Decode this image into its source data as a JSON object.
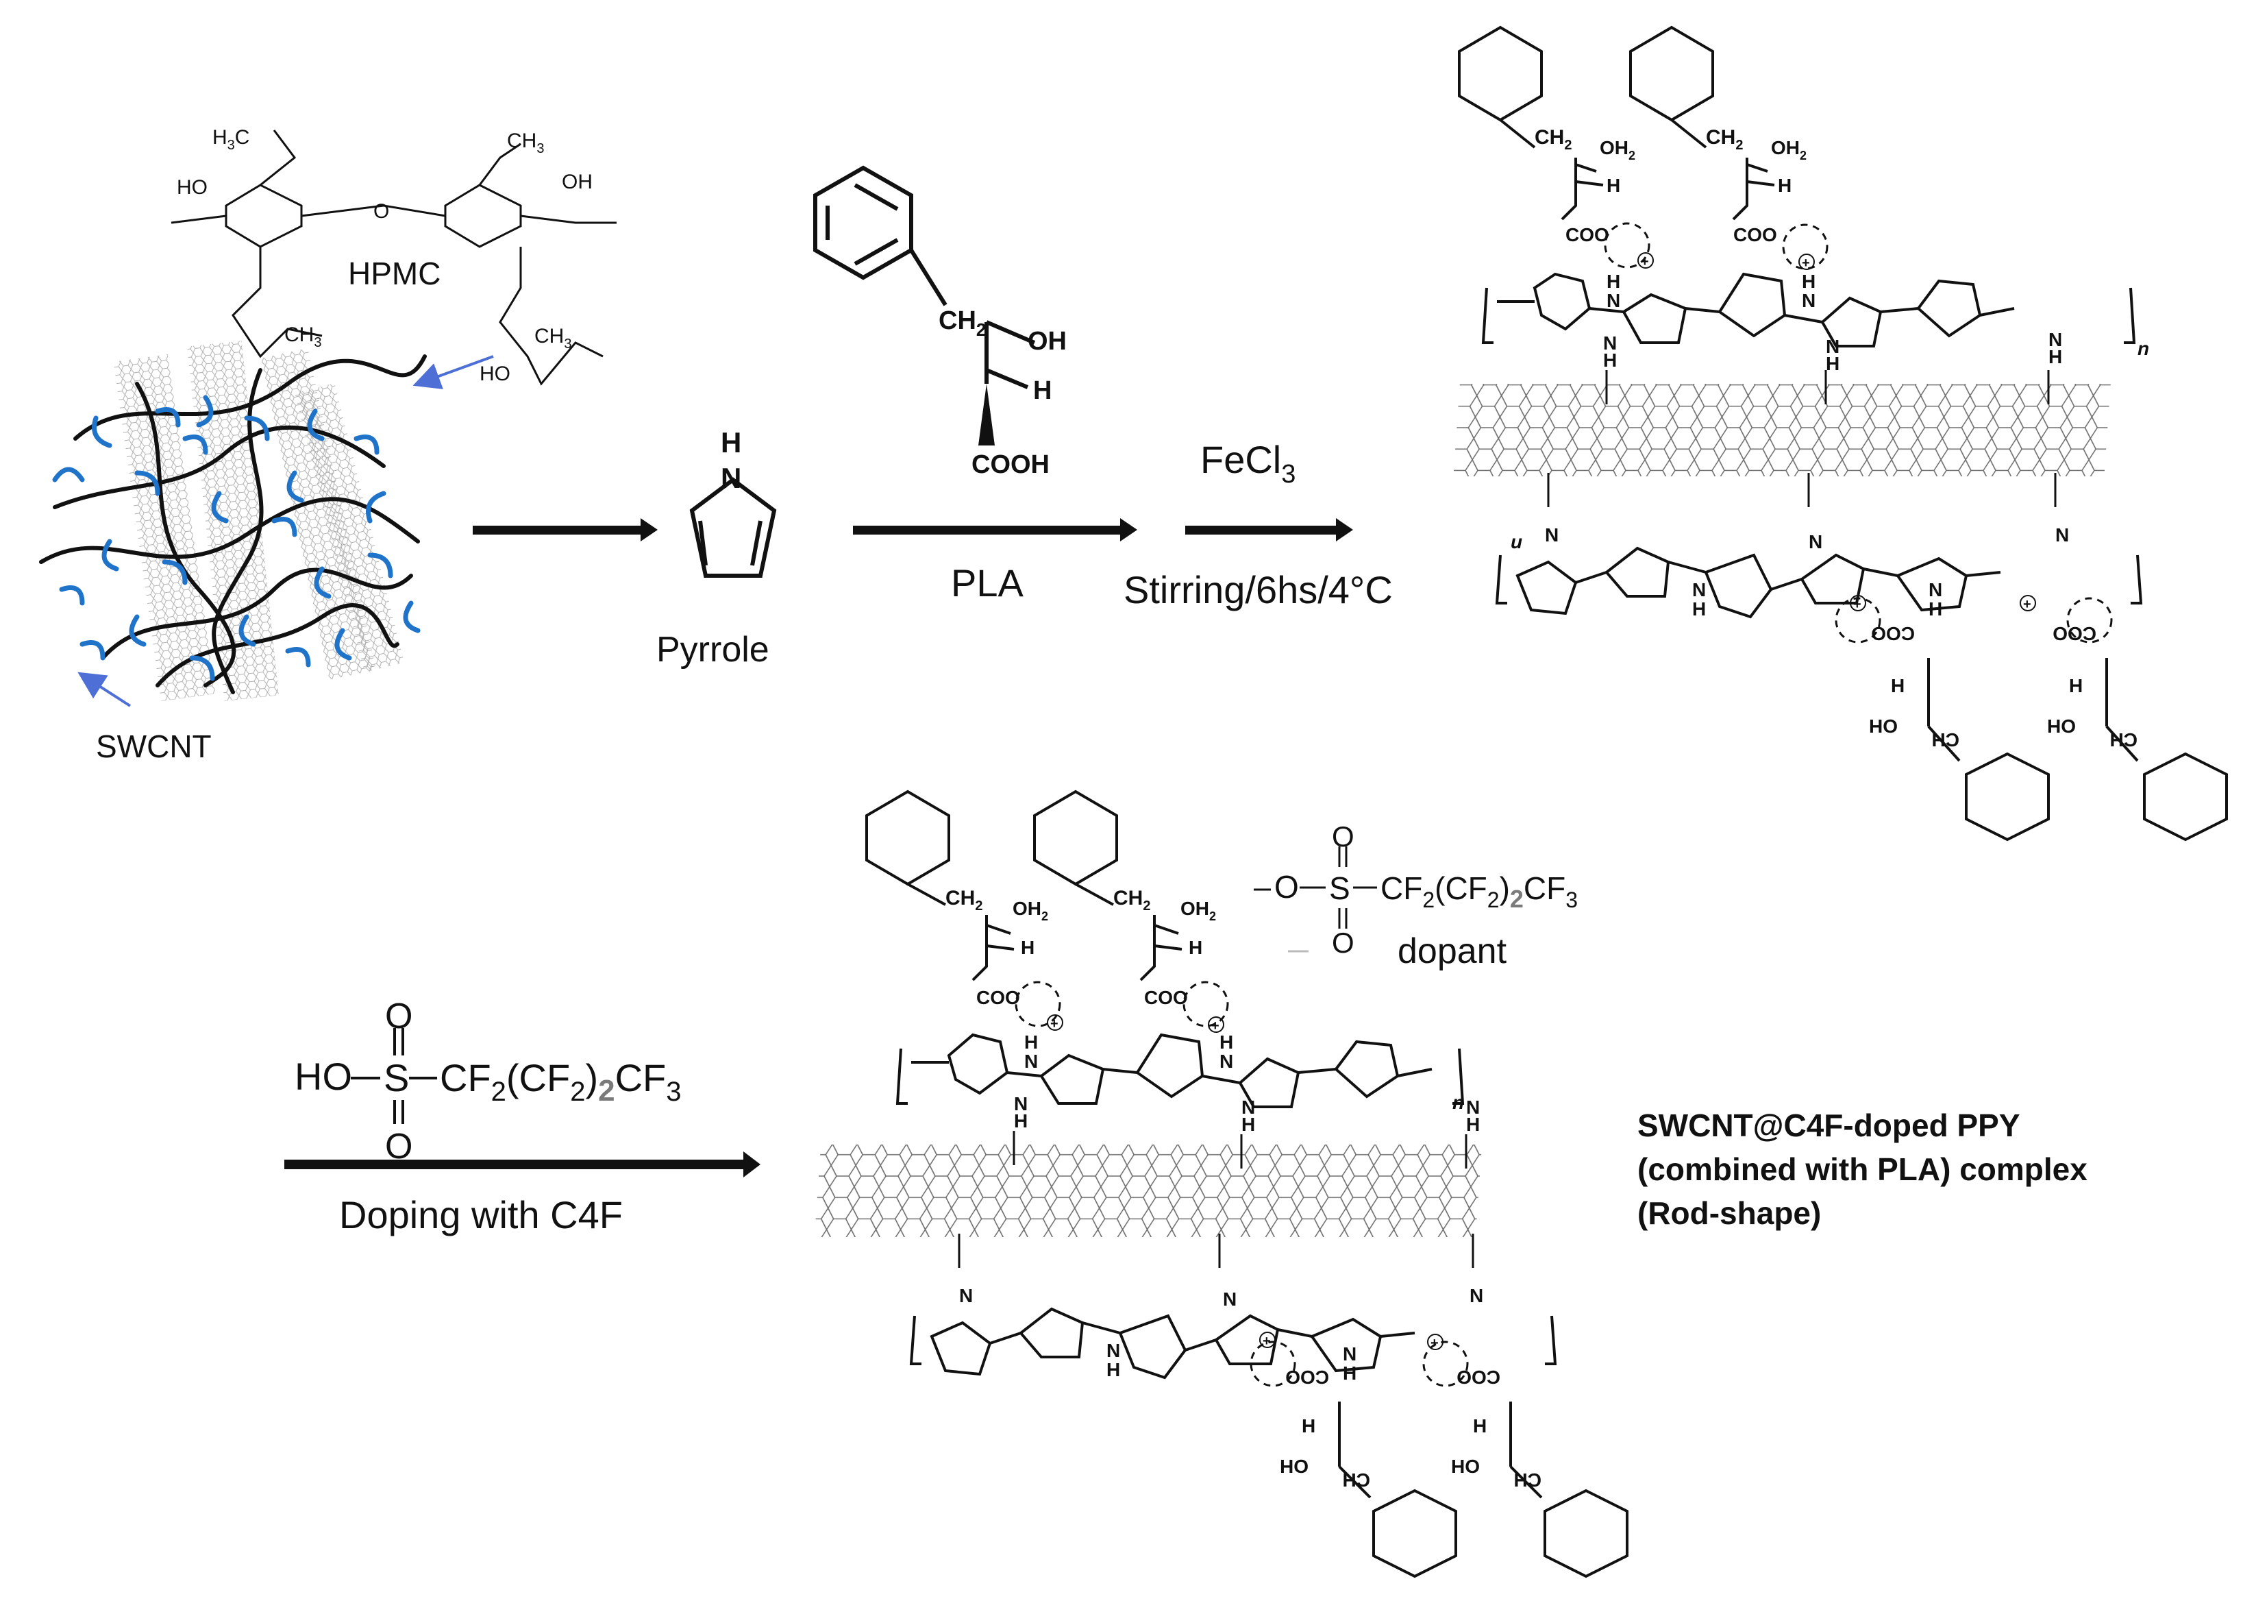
{
  "labels": {
    "hpmc": "HPMC",
    "swcnt": "SWCNT",
    "pyrrole": "Pyrrole",
    "pla": "PLA",
    "fecl3": "FeCl",
    "fecl3_sub": "3",
    "stirring": "Stirring/6hs/4°C",
    "doping": "Doping with C4F",
    "dopant": "dopant",
    "product_line1": "SWCNT@C4F-doped PPY",
    "product_line2": "(combined with PLA) complex",
    "product_line3": "(Rod-shape)"
  },
  "atoms": {
    "oh": "OH",
    "h": "H",
    "nh": "H",
    "n": "N",
    "cooh": "COOH",
    "ch2": "CH",
    "ch2_sub": "2",
    "ch3": "CH",
    "ch3_sub": "3",
    "h3c": "H",
    "h3c_c": "C",
    "ho": "HO",
    "o": "O",
    "coo": "COO",
    "oh2": "OH",
    "oh2_sub": "2",
    "s": "S",
    "n_sub": "n",
    "u": "u",
    "plus": "+",
    "minus": "−"
  },
  "dopant_formula": {
    "acid_prefix": "HO",
    "chain_a": "CF",
    "chain_sub1": "2",
    "chain_b": "(CF",
    "chain_sub2": "2",
    "chain_c": ")",
    "chain_sub3": "2",
    "chain_d": "CF",
    "chain_sub4": "3",
    "anion_prefix": "O"
  },
  "colors": {
    "ink": "#111111",
    "hpmc_blue": "#1f73c9",
    "arrow_blue": "#4d6fd6",
    "cnt_gray": "#9a9a9a",
    "sheet_gray": "#6e6e6e",
    "subscript_gray": "#7a7a7a"
  }
}
